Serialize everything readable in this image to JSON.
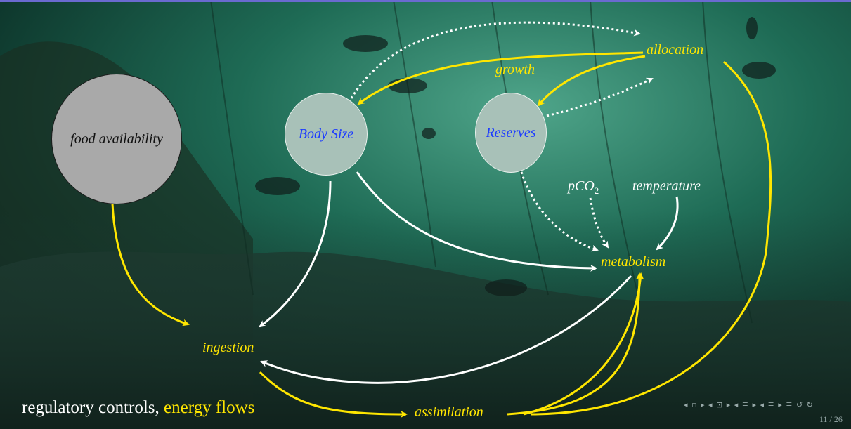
{
  "nodes": {
    "food_availability": "food  availability",
    "body_size": "Body  Size",
    "reserves": "Reserves"
  },
  "labels": {
    "allocation": "allocation",
    "growth": "growth",
    "pco2": "pCO",
    "pco2_sub": "2",
    "temperature": "temperature",
    "metabolism": "metabolism",
    "ingestion": "ingestion",
    "assimilation": "assimilation"
  },
  "caption": {
    "text": "regulatory controls, ",
    "highlight": "energy flows"
  },
  "nav": {
    "symbols": "◂ ▫ ▸ ◂ ⊡ ▸ ◂ ≣ ▸ ◂ ≣ ▸   ≣   ↺ ↻",
    "page": "11 / 26"
  },
  "colors": {
    "energy_flow": "#ffe600",
    "regulatory": "#ffffff",
    "state_label": "#1d3cff"
  }
}
